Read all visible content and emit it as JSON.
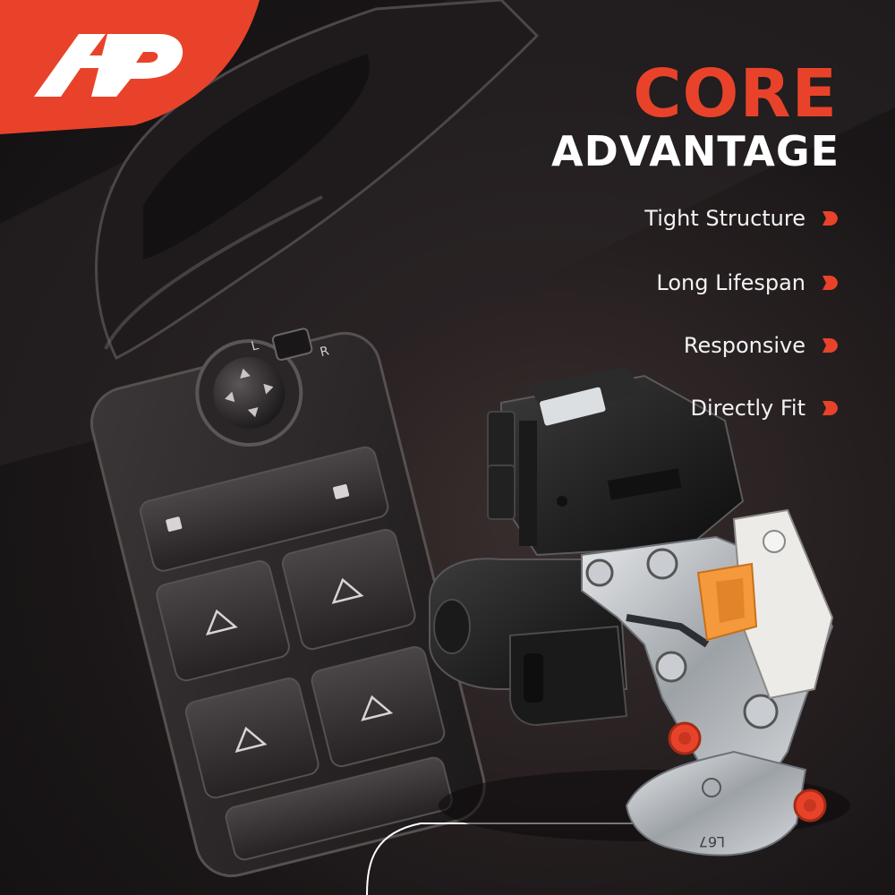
{
  "brand": {
    "logo_text": "A P",
    "accent_color": "#e8432a"
  },
  "headline": {
    "line1": "CORE",
    "line2": "ADVANTAGE"
  },
  "features": [
    {
      "label": "Tight Structure"
    },
    {
      "label": "Long Lifespan"
    },
    {
      "label": "Responsive"
    },
    {
      "label": "Directly Fit"
    }
  ],
  "product": {
    "part_stamp": "L67",
    "icon": "door-lock-actuator"
  },
  "background": {
    "subject": "car-door-window-switch-panel"
  }
}
